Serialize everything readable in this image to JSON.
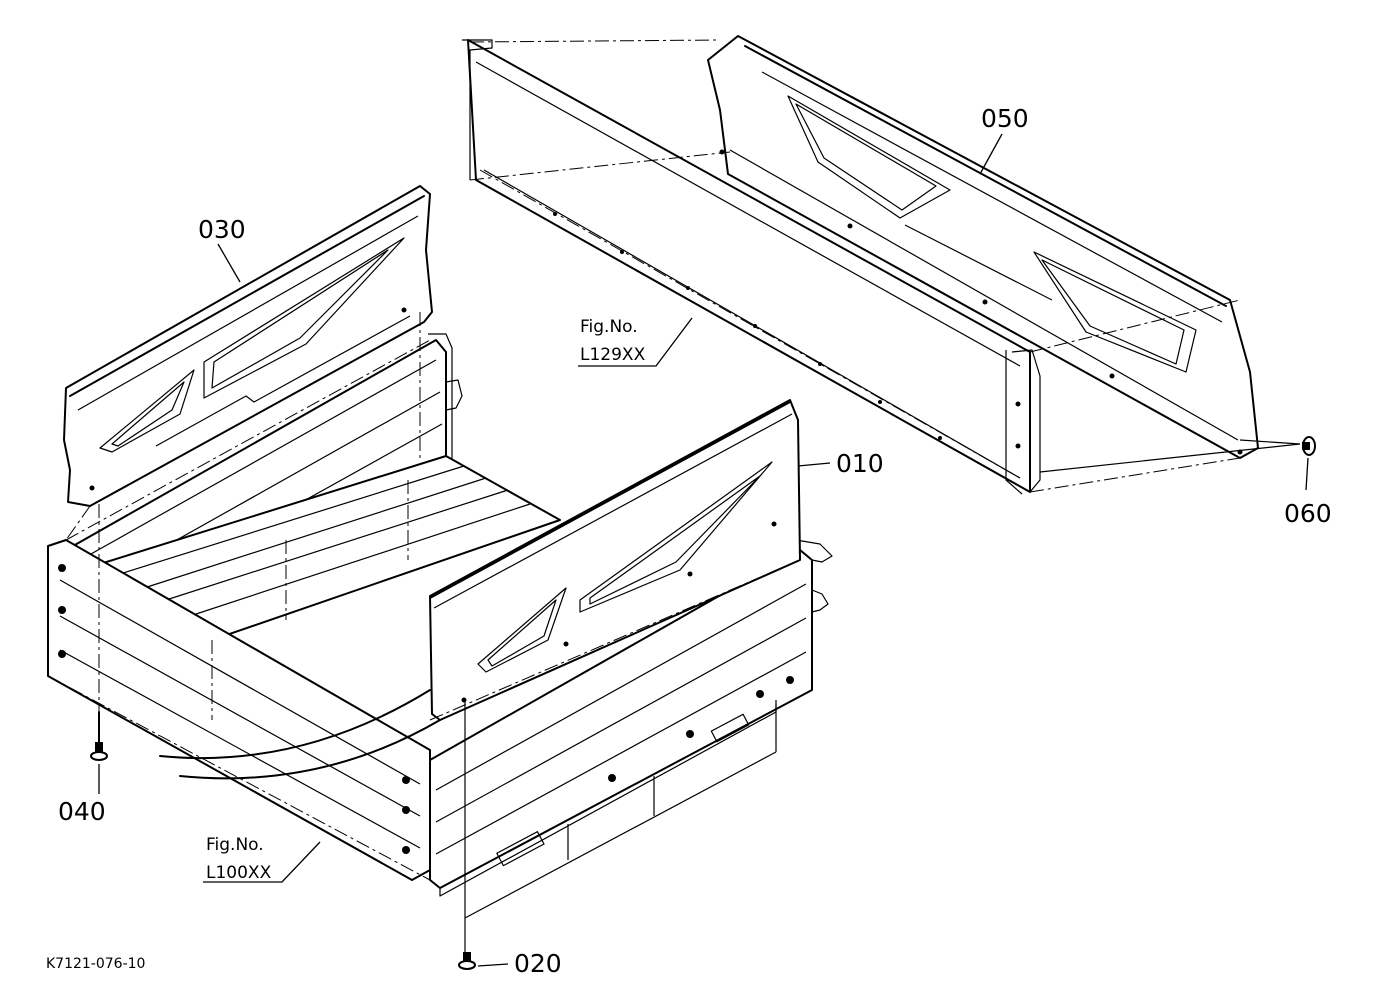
{
  "callouts": {
    "p010": "010",
    "p020": "020",
    "p030": "030",
    "p040": "040",
    "p050": "050",
    "p060": "060"
  },
  "figure_refs": {
    "upper": {
      "line1": "Fig.No.",
      "line2": "L129XX"
    },
    "lower": {
      "line1": "Fig.No.",
      "line2": "L100XX"
    }
  },
  "document_number": "K7121-076-10"
}
